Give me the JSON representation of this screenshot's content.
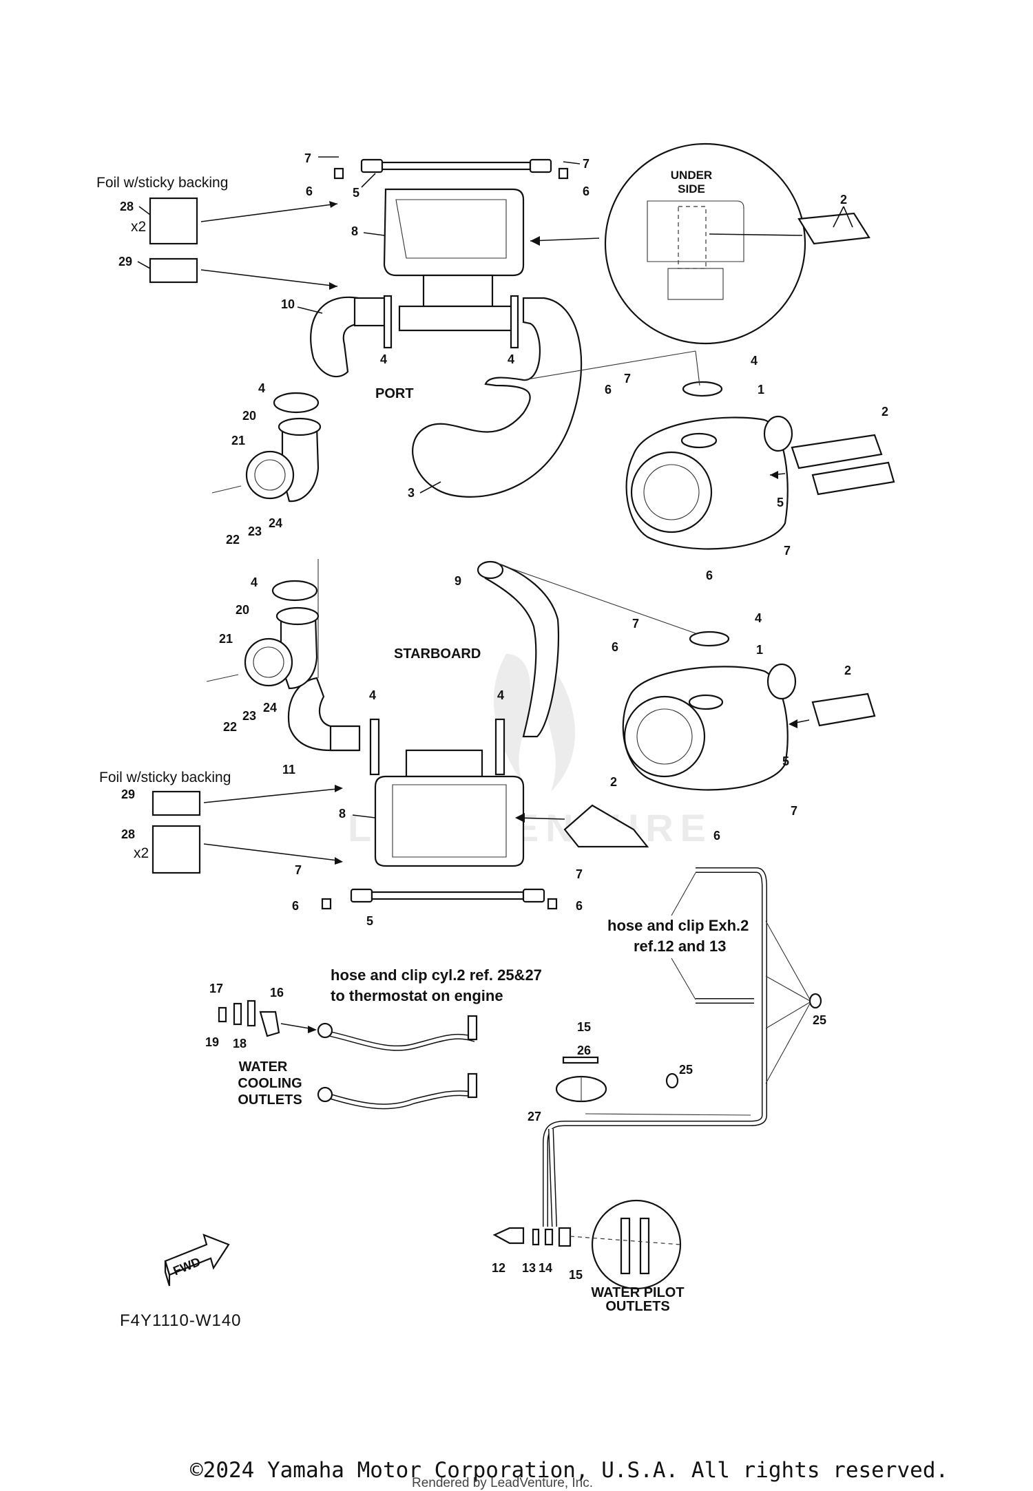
{
  "labels": {
    "foil_top": "Foil w/sticky backing",
    "foil_bottom": "Foil w/sticky backing",
    "x2": "x2",
    "port": "PORT",
    "starboard": "STARBOARD",
    "under_side_1": "UNDER",
    "under_side_2": "SIDE",
    "hose_exh_1": "hose and clip Exh.2",
    "hose_exh_2": "ref.12 and 13",
    "hose_cyl_1": "hose and clip cyl.2 ref. 25&27",
    "hose_cyl_2": "to thermostat on engine",
    "water_cooling_1": "WATER",
    "water_cooling_2": "COOLING",
    "water_cooling_3": "OUTLETS",
    "water_pilot_1": "WATER PILOT",
    "water_pilot_2": "OUTLETS",
    "fwd": "FWD",
    "diagram_code": "F4Y1110-W140",
    "copyright": "©2024 Yamaha Motor Corporation, U.S.A. All rights reserved.",
    "rendered_by": "Rendered by LeadVenture, Inc.",
    "watermark": "LEADVENTURE"
  },
  "callouts": [
    "1",
    "2",
    "3",
    "4",
    "5",
    "6",
    "7",
    "8",
    "9",
    "10",
    "11",
    "12",
    "13",
    "14",
    "15",
    "16",
    "17",
    "18",
    "19",
    "20",
    "21",
    "22",
    "23",
    "24",
    "25",
    "26",
    "27",
    "28",
    "29"
  ],
  "colors": {
    "ink": "#111111",
    "watermark": "#e6e6e6"
  }
}
